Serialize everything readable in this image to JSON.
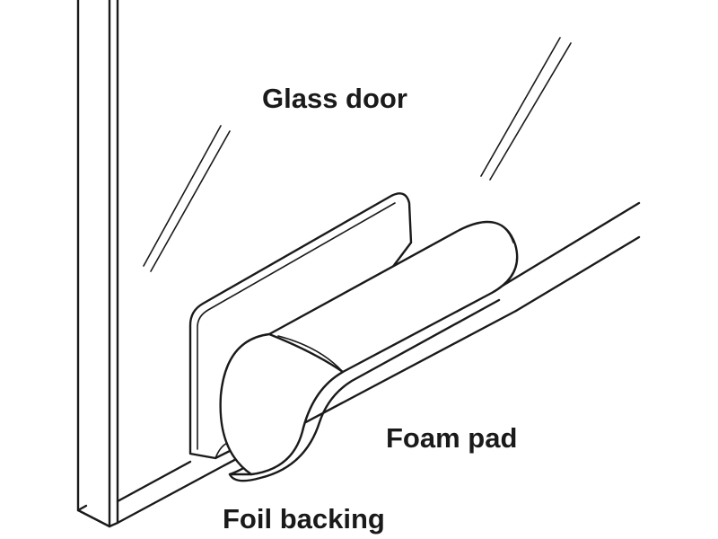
{
  "diagram": {
    "labels": {
      "glass_door": "Glass door",
      "foam_pad": "Foam pad",
      "foil_backing": "Foil backing"
    },
    "line_color": "#1a1a1a",
    "background": "#ffffff"
  }
}
